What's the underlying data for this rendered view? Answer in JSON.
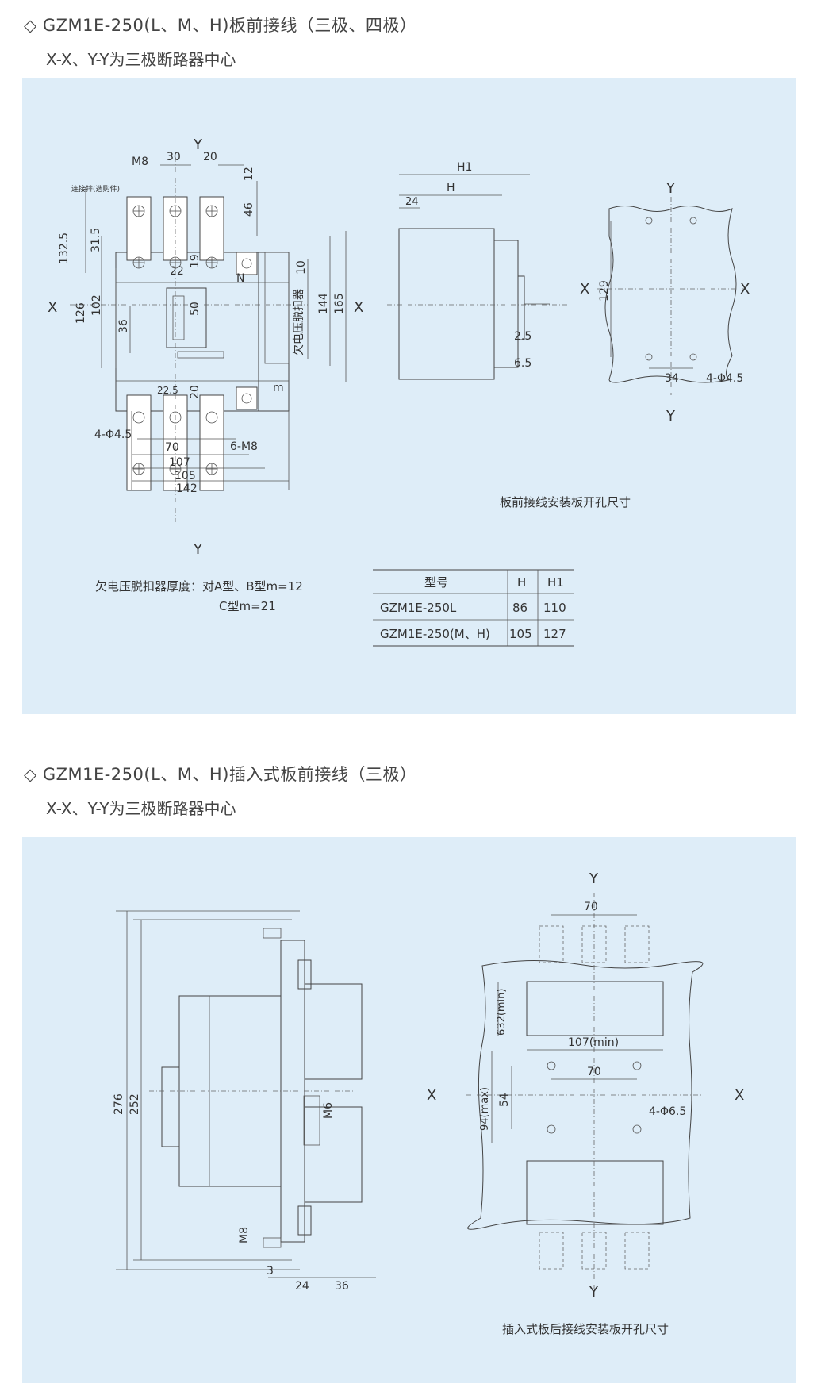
{
  "section1": {
    "heading": "◇ GZM1E-250(L、M、H)板前接线（三极、四极）",
    "subheading": "X-X、Y-Y为三极断路器中心",
    "labels": {
      "y_top": "Y",
      "y_bottom": "Y",
      "x_left": "X",
      "x_right": "X",
      "m8": "M8",
      "d30": "30",
      "d20": "20",
      "d12": "12",
      "d46": "46",
      "connector": "连接排(选购件)",
      "d132_5": "132.5",
      "d31_5": "31.5",
      "d126": "126",
      "d102": "102",
      "d36": "36",
      "d22": "22",
      "d19": "19",
      "d50": "50",
      "d22_5": "22.5",
      "d20b": "20",
      "n": "N",
      "m": "m",
      "d10": "10",
      "uv_release": "欠电压脱扣器",
      "d144": "144",
      "d165": "165",
      "holes_4_45": "4-Φ4.5",
      "m8_6": "6-M8",
      "d70": "70",
      "d107": "107",
      "d105": "105",
      "d142": "142"
    },
    "side": {
      "h1": "H1",
      "h": "H",
      "d24": "24",
      "d2_5": "2.5",
      "d6_5": "6.5",
      "x_right": "X"
    },
    "mount": {
      "y_top": "Y",
      "y_bottom": "Y",
      "x_left": "X",
      "x_right": "X",
      "d129": "129",
      "d34": "34",
      "holes": "4-Φ4.5",
      "caption": "板前接线安装板开孔尺寸"
    },
    "note_line1": "欠电压脱扣器厚度：对A型、B型m=12",
    "note_line2": "C型m=21",
    "table": {
      "headers": [
        "型号",
        "H",
        "H1"
      ],
      "rows": [
        [
          "GZM1E-250L",
          "86",
          "110"
        ],
        [
          "GZM1E-250(M、H)",
          "105",
          "127"
        ]
      ]
    }
  },
  "section2": {
    "heading": "◇ GZM1E-250(L、M、H)插入式板前接线（三极）",
    "subheading": "X-X、Y-Y为三极断路器中心",
    "side": {
      "d276": "276",
      "d252": "252",
      "m6": "M6",
      "m8": "M8",
      "d3": "3",
      "d24": "24",
      "d36": "36"
    },
    "mount": {
      "y_top": "Y",
      "y_bottom": "Y",
      "x_left": "X",
      "x_right": "X",
      "d70a": "70",
      "d632": "632(min)",
      "d107": "107(min)",
      "d70b": "70",
      "d94": "94(max)",
      "d54": "54",
      "holes": "4-Φ6.5",
      "caption": "插入式板后接线安装板开孔尺寸"
    }
  },
  "colors": {
    "panel": "#deedf8",
    "line": "#444444",
    "text": "#333333"
  }
}
